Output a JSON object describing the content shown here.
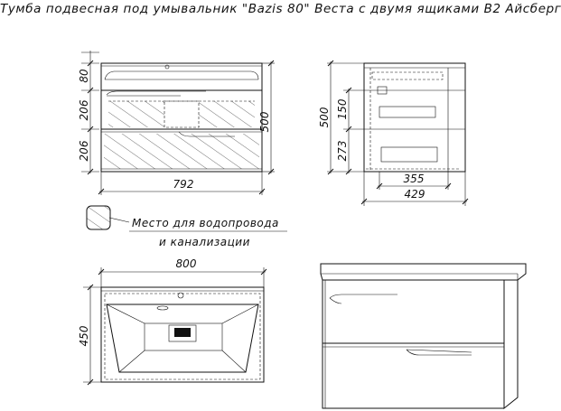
{
  "title": "Тумба подвесная под умывальник \"Bazis 80\" Веста с двумя ящиками В2 Айсберг",
  "front_view": {
    "height_top": "80",
    "height_drawer1": "206",
    "height_drawer2": "206",
    "total_height": "500",
    "width": "792"
  },
  "side_view": {
    "total_height": "500",
    "drawer_height1": "150",
    "drawer_height2": "273",
    "depth_inner": "355",
    "depth_total": "429"
  },
  "legend": {
    "line1": "Место для водопровода",
    "line2": "и канализации"
  },
  "top_view": {
    "width": "800",
    "depth": "450"
  }
}
